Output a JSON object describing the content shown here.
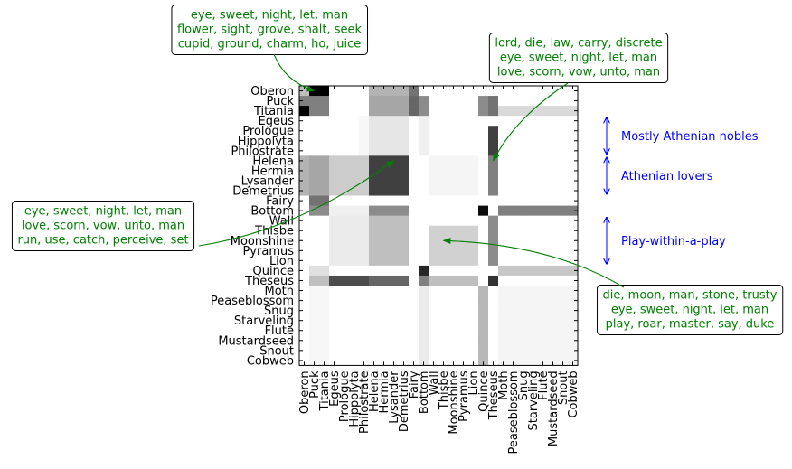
{
  "chart_data": {
    "type": "heatmap",
    "title": "",
    "xlabel": "",
    "ylabel": "",
    "colormap": "gray_r",
    "labels": [
      "Oberon",
      "Puck",
      "Titania",
      "Egeus",
      "Prologue",
      "Hippolyta",
      "Philostrate",
      "Helena",
      "Hermia",
      "Lysander",
      "Demetrius",
      "Fairy",
      "Bottom",
      "Wall",
      "Thisbe",
      "Moonshine",
      "Pyramus",
      "Lion",
      "Quince",
      "Theseus",
      "Moth",
      "Peaseblossom",
      "Snug",
      "Starveling",
      "Flute",
      "Mustardseed",
      "Snout",
      "Cobweb"
    ],
    "row_values": [
      [
        0.25,
        1.0,
        1.0,
        0,
        0,
        0,
        0,
        0.3,
        0.3,
        0.3,
        0.3,
        0.55,
        0,
        0,
        0,
        0,
        0,
        0,
        0,
        0,
        0,
        0,
        0,
        0,
        0,
        0,
        0,
        0
      ],
      [
        0.5,
        0.5,
        0.5,
        0,
        0,
        0,
        0,
        0.35,
        0.35,
        0.35,
        0.35,
        0.6,
        0.45,
        0,
        0,
        0,
        0,
        0,
        0.45,
        0.55,
        0,
        0,
        0,
        0,
        0,
        0,
        0,
        0
      ],
      [
        1.0,
        0.5,
        0.5,
        0,
        0,
        0,
        0,
        0.35,
        0.35,
        0.35,
        0.35,
        0.6,
        0.45,
        0,
        0,
        0,
        0,
        0,
        0.45,
        0.55,
        0.15,
        0.15,
        0.15,
        0.15,
        0.15,
        0.15,
        0.15,
        0.15
      ],
      [
        0,
        0,
        0,
        0,
        0,
        0,
        0.03,
        0.1,
        0.1,
        0.1,
        0.1,
        0,
        0.06,
        0,
        0,
        0,
        0,
        0,
        0,
        0,
        0,
        0,
        0,
        0,
        0,
        0,
        0,
        0
      ],
      [
        0,
        0,
        0,
        0,
        0,
        0,
        0.03,
        0.1,
        0.1,
        0.1,
        0.1,
        0,
        0.06,
        0,
        0,
        0,
        0,
        0,
        0,
        0.75,
        0,
        0,
        0,
        0,
        0,
        0,
        0,
        0
      ],
      [
        0,
        0,
        0,
        0,
        0,
        0,
        0.03,
        0.1,
        0.1,
        0.1,
        0.1,
        0,
        0.06,
        0,
        0,
        0,
        0,
        0,
        0,
        0.75,
        0,
        0,
        0,
        0,
        0,
        0,
        0,
        0
      ],
      [
        0,
        0,
        0,
        0,
        0,
        0,
        0.03,
        0.1,
        0.1,
        0.1,
        0.1,
        0,
        0.06,
        0,
        0,
        0,
        0,
        0,
        0,
        0.75,
        0,
        0,
        0,
        0,
        0,
        0,
        0,
        0
      ],
      [
        0.3,
        0.35,
        0.35,
        0.2,
        0.2,
        0.2,
        0.2,
        0.75,
        0.75,
        0.75,
        0.75,
        0,
        0,
        0.04,
        0.04,
        0.04,
        0.04,
        0.04,
        0,
        0.5,
        0,
        0,
        0,
        0,
        0,
        0,
        0,
        0
      ],
      [
        0.3,
        0.35,
        0.35,
        0.2,
        0.2,
        0.2,
        0.2,
        0.75,
        0.75,
        0.75,
        0.75,
        0,
        0,
        0.04,
        0.04,
        0.04,
        0.04,
        0.04,
        0,
        0.5,
        0,
        0,
        0,
        0,
        0,
        0,
        0,
        0
      ],
      [
        0.3,
        0.35,
        0.35,
        0.2,
        0.2,
        0.2,
        0.2,
        0.75,
        0.75,
        0.75,
        0.75,
        0,
        0,
        0.04,
        0.04,
        0.04,
        0.04,
        0.04,
        0,
        0.5,
        0,
        0,
        0,
        0,
        0,
        0,
        0,
        0
      ],
      [
        0.3,
        0.35,
        0.35,
        0.2,
        0.2,
        0.2,
        0.2,
        0.75,
        0.75,
        0.75,
        0.75,
        0,
        0,
        0.04,
        0.04,
        0.04,
        0.04,
        0.04,
        0,
        0.5,
        0,
        0,
        0,
        0,
        0,
        0,
        0,
        0
      ],
      [
        0,
        0.55,
        0.55,
        0,
        0,
        0,
        0,
        0,
        0,
        0,
        0,
        0,
        0,
        0,
        0,
        0,
        0,
        0,
        0,
        0,
        0,
        0,
        0,
        0,
        0,
        0,
        0,
        0
      ],
      [
        0,
        0.45,
        0.45,
        0.06,
        0.06,
        0.06,
        0.06,
        0.45,
        0.45,
        0.45,
        0.45,
        0,
        0,
        0,
        0,
        0,
        0,
        0,
        0.95,
        0,
        0.5,
        0.5,
        0.5,
        0.5,
        0.5,
        0.5,
        0.5,
        0.5
      ],
      [
        0,
        0,
        0,
        0.08,
        0.08,
        0.08,
        0.08,
        0.25,
        0.25,
        0.25,
        0.25,
        0,
        0,
        0,
        0,
        0,
        0,
        0,
        0,
        0.45,
        0,
        0,
        0,
        0,
        0,
        0,
        0,
        0
      ],
      [
        0,
        0,
        0,
        0.08,
        0.08,
        0.08,
        0.08,
        0.25,
        0.25,
        0.25,
        0.25,
        0,
        0,
        0.18,
        0.18,
        0.18,
        0.18,
        0.18,
        0,
        0.45,
        0,
        0,
        0,
        0,
        0,
        0,
        0,
        0
      ],
      [
        0,
        0,
        0,
        0.08,
        0.08,
        0.08,
        0.08,
        0.25,
        0.25,
        0.25,
        0.25,
        0,
        0,
        0.18,
        0.18,
        0.18,
        0.18,
        0.18,
        0,
        0.45,
        0,
        0,
        0,
        0,
        0,
        0,
        0,
        0
      ],
      [
        0,
        0,
        0,
        0.08,
        0.08,
        0.08,
        0.08,
        0.25,
        0.25,
        0.25,
        0.25,
        0,
        0,
        0.18,
        0.18,
        0.18,
        0.18,
        0.18,
        0,
        0.45,
        0,
        0,
        0,
        0,
        0,
        0,
        0,
        0
      ],
      [
        0,
        0,
        0,
        0.08,
        0.08,
        0.08,
        0.08,
        0.25,
        0.25,
        0.25,
        0.25,
        0,
        0,
        0.18,
        0.18,
        0.18,
        0.18,
        0.18,
        0,
        0.45,
        0,
        0,
        0,
        0,
        0,
        0,
        0,
        0
      ],
      [
        0,
        0.12,
        0.12,
        0,
        0,
        0,
        0,
        0,
        0,
        0,
        0,
        0,
        0.85,
        0,
        0,
        0,
        0,
        0,
        0,
        0,
        0.22,
        0.22,
        0.22,
        0.22,
        0.22,
        0.22,
        0.22,
        0.22
      ],
      [
        0,
        0.25,
        0.25,
        0.7,
        0.7,
        0.7,
        0.7,
        0.6,
        0.6,
        0.6,
        0.6,
        0,
        0.5,
        0.25,
        0.25,
        0.25,
        0.25,
        0.25,
        0,
        0.8,
        0,
        0,
        0,
        0,
        0,
        0,
        0,
        0
      ],
      [
        0,
        0.03,
        0.03,
        0,
        0,
        0,
        0,
        0,
        0,
        0,
        0,
        0,
        0.08,
        0,
        0,
        0,
        0,
        0,
        0.28,
        0,
        0.04,
        0.04,
        0.04,
        0.04,
        0.04,
        0.04,
        0.04,
        0.04
      ],
      [
        0,
        0.03,
        0.03,
        0,
        0,
        0,
        0,
        0,
        0,
        0,
        0,
        0,
        0.08,
        0,
        0,
        0,
        0,
        0,
        0.28,
        0,
        0.04,
        0.04,
        0.04,
        0.04,
        0.04,
        0.04,
        0.04,
        0.04
      ],
      [
        0,
        0.03,
        0.03,
        0,
        0,
        0,
        0,
        0,
        0,
        0,
        0,
        0,
        0.08,
        0,
        0,
        0,
        0,
        0,
        0.28,
        0,
        0.04,
        0.04,
        0.04,
        0.04,
        0.04,
        0.04,
        0.04,
        0.04
      ],
      [
        0,
        0.03,
        0.03,
        0,
        0,
        0,
        0,
        0,
        0,
        0,
        0,
        0,
        0.08,
        0,
        0,
        0,
        0,
        0,
        0.28,
        0,
        0.04,
        0.04,
        0.04,
        0.04,
        0.04,
        0.04,
        0.04,
        0.04
      ],
      [
        0,
        0.03,
        0.03,
        0,
        0,
        0,
        0,
        0,
        0,
        0,
        0,
        0,
        0.08,
        0,
        0,
        0,
        0,
        0,
        0.28,
        0,
        0.04,
        0.04,
        0.04,
        0.04,
        0.04,
        0.04,
        0.04,
        0.04
      ],
      [
        0,
        0.03,
        0.03,
        0,
        0,
        0,
        0,
        0,
        0,
        0,
        0,
        0,
        0.08,
        0,
        0,
        0,
        0,
        0,
        0.28,
        0,
        0.04,
        0.04,
        0.04,
        0.04,
        0.04,
        0.04,
        0.04,
        0.04
      ],
      [
        0,
        0.03,
        0.03,
        0,
        0,
        0,
        0,
        0,
        0,
        0,
        0,
        0,
        0.08,
        0,
        0,
        0,
        0,
        0,
        0.28,
        0,
        0.04,
        0.04,
        0.04,
        0.04,
        0.04,
        0.04,
        0.04,
        0.04
      ],
      [
        0,
        0.03,
        0.03,
        0,
        0,
        0,
        0,
        0,
        0,
        0,
        0,
        0,
        0.08,
        0,
        0,
        0,
        0,
        0,
        0.28,
        0,
        0.04,
        0.04,
        0.04,
        0.04,
        0.04,
        0.04,
        0.04,
        0.04
      ]
    ],
    "annotations": [
      {
        "lines": [
          "eye, sweet, night, let, man",
          "flower, sight, grove, shalt, seek",
          "cupid, ground, charm, ho, juice"
        ],
        "row": "Oberon",
        "col": "Puck"
      },
      {
        "lines": [
          "lord, die, law, carry, discrete",
          "eye, sweet, night, let, man",
          "love, scorn, vow, unto, man"
        ],
        "row": "Helena",
        "col": "Theseus"
      },
      {
        "lines": [
          "eye, sweet, night, let, man",
          "love, scorn, vow, unto, man",
          "run, use, catch, perceive, set"
        ],
        "row": "Helena",
        "col": "Lysander"
      },
      {
        "lines": [
          "die, moon, man, stone, trusty",
          "eye, sweet, night, let, man",
          "play, roar, master, say, duke"
        ],
        "row": "Moonshine",
        "col": "Thisbe"
      }
    ],
    "groups": [
      {
        "label": "Mostly Athenian nobles"
      },
      {
        "label": "Athenian lovers"
      },
      {
        "label": "Play-within-a-play"
      }
    ]
  }
}
